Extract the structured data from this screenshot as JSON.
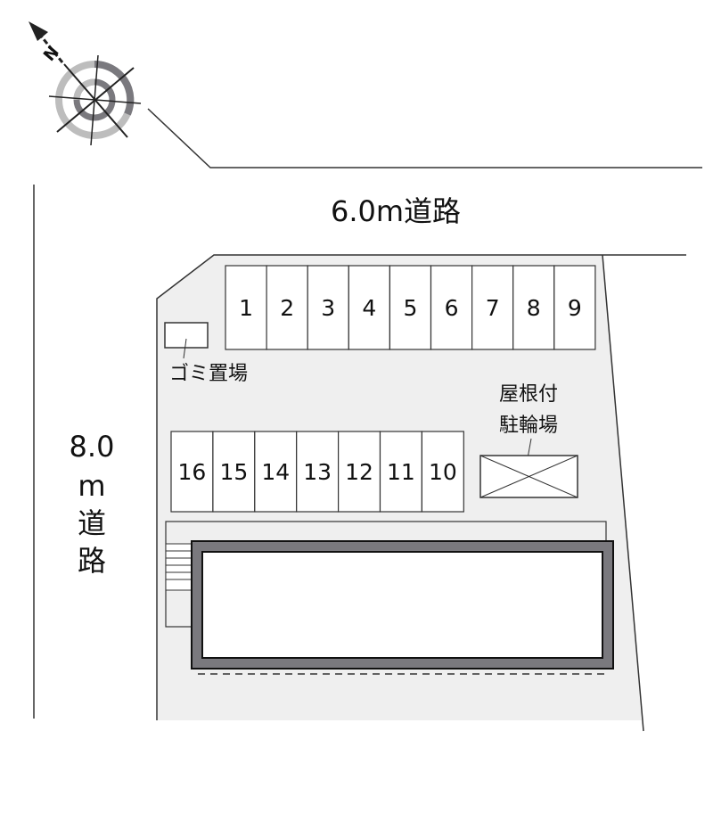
{
  "compass": {
    "north_label": "N"
  },
  "roads": {
    "top": "6.0m道路",
    "left": [
      "8.0",
      "m",
      "道",
      "路"
    ]
  },
  "parking_top": [
    "1",
    "2",
    "3",
    "4",
    "5",
    "6",
    "7",
    "8",
    "9"
  ],
  "parking_bottom": [
    "16",
    "15",
    "14",
    "13",
    "12",
    "11",
    "10"
  ],
  "labels": {
    "garbage": "ゴミ置場",
    "bike_line1": "屋根付",
    "bike_line2": "駐輪場"
  },
  "colors": {
    "lot": "#efefef",
    "building_wall": "#7a797e",
    "line": "#333333"
  }
}
